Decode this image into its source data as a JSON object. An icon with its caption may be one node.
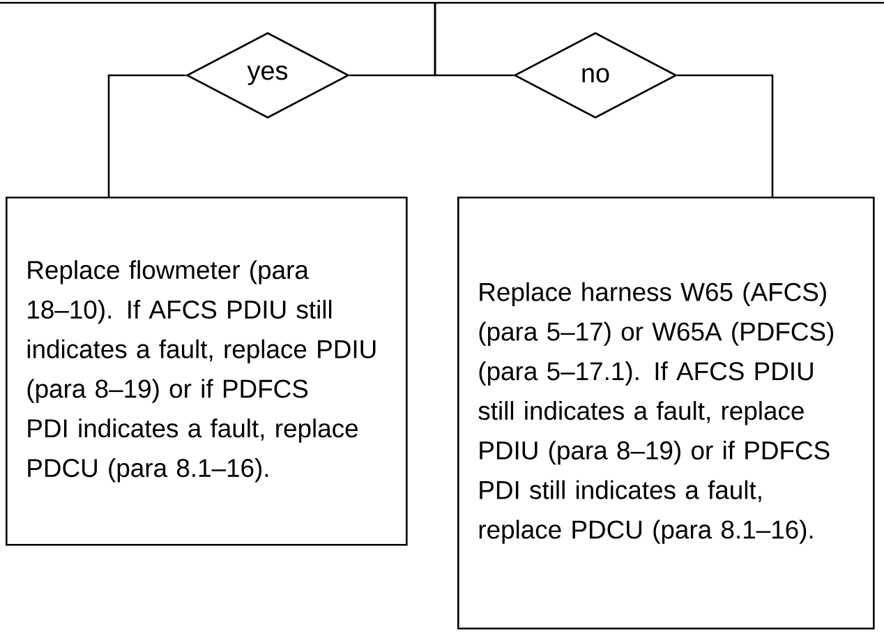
{
  "diagram": {
    "nodes": [
      {
        "text": [
          "yes"
        ]
      },
      {
        "text": [
          "no"
        ]
      },
      {
        "text": [
          "Replace flowmeter (para 18–10). If AFCS PDIU still indicates a fault, replace PDIU (para 8–19) or if PDFCS PDI indicates a fault, replace PDCU (para 8.1–16)."
        ]
      },
      {
        "text": [
          "Replace harness W65 (AFCS) (para 5–17) or W65A (PDFCS) (para 5–17.1). If AFCS PDIU still indicates a fault, replace PDIU (para 8–19) or if PDFCS PDI still indicates a fault, replace PDCU (para 8.1–16)."
        ]
      }
    ],
    "edges": [
      {
        "from": null,
        "to": 0,
        "arrow": "none"
      },
      {
        "from": null,
        "to": 1,
        "arrow": "none"
      },
      {
        "from": 0,
        "to": 2,
        "arrow": "none"
      },
      {
        "from": 1,
        "to": 3,
        "arrow": "none"
      }
    ]
  }
}
